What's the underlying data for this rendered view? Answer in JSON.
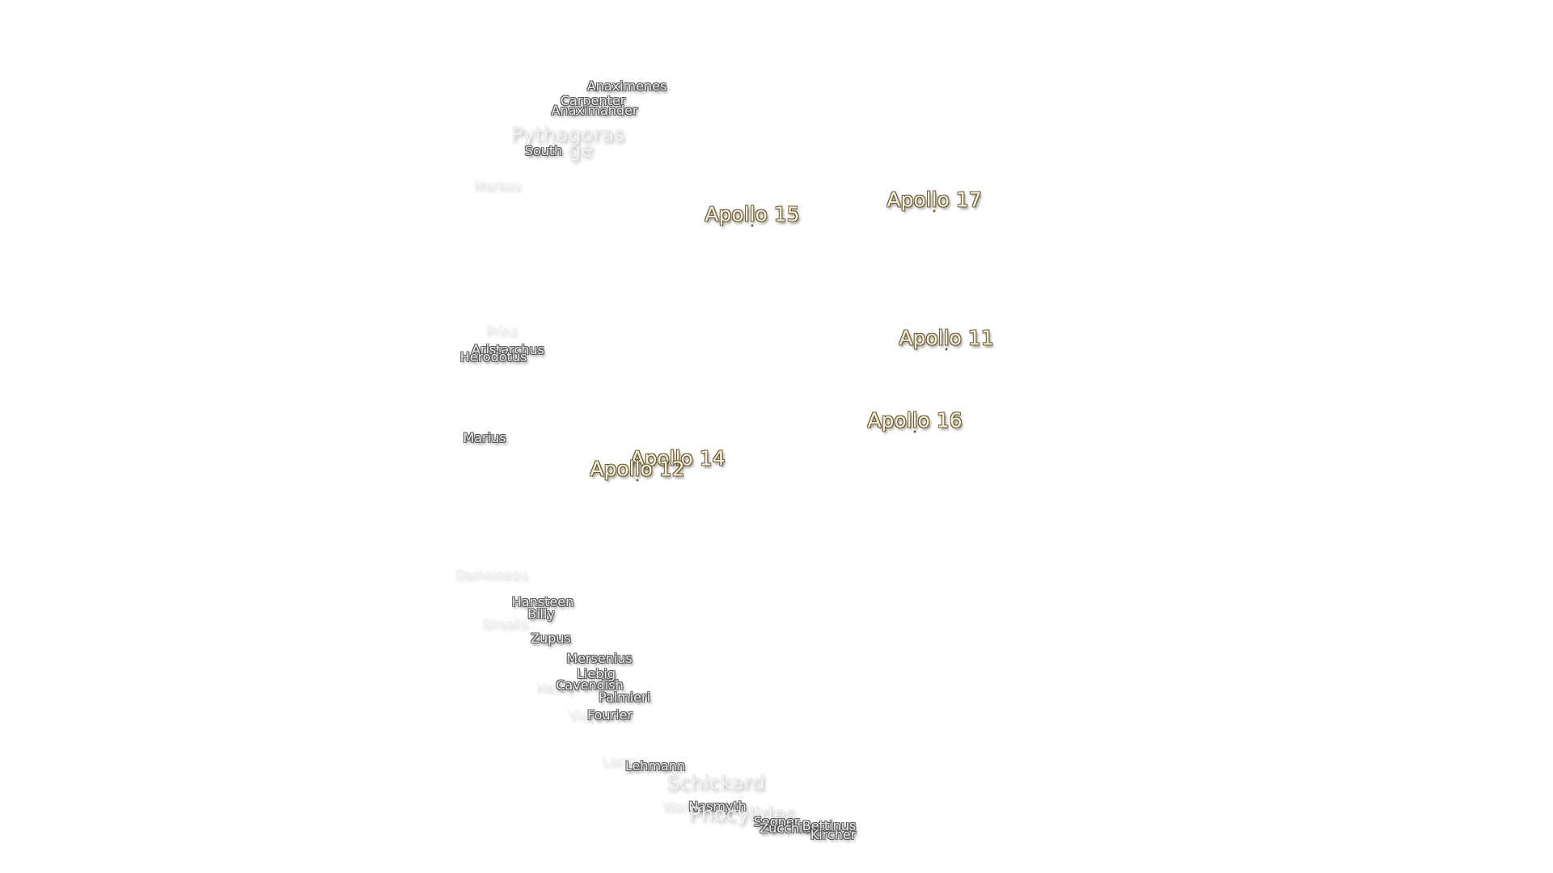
{
  "map": {
    "craters": [
      {
        "id": "anaximenes",
        "label": "Anaximenes",
        "style": "normal"
      },
      {
        "id": "carpenter",
        "label": "Carpenter",
        "style": "normal"
      },
      {
        "id": "anaximander",
        "label": "Anaximander",
        "style": "normal"
      },
      {
        "id": "pythagoras",
        "label": "Pythagoras",
        "style": "faint-big"
      },
      {
        "id": "bridge",
        "label": "ge",
        "style": "faint-big"
      },
      {
        "id": "south",
        "label": "South",
        "style": "normal"
      },
      {
        "id": "markov",
        "label": "Markov",
        "style": "faint"
      },
      {
        "id": "prinz",
        "label": "Prinz",
        "style": "faint"
      },
      {
        "id": "aristarchus",
        "label": "Aristarchus",
        "style": "normal"
      },
      {
        "id": "herodotus",
        "label": "Herodotus",
        "style": "normal"
      },
      {
        "id": "marius",
        "label": "Marius",
        "style": "normal"
      },
      {
        "id": "damoiseau",
        "label": "Damoiseau",
        "style": "faint"
      },
      {
        "id": "hansteen",
        "label": "Hansteen",
        "style": "normal"
      },
      {
        "id": "billy",
        "label": "Billy",
        "style": "normal"
      },
      {
        "id": "sirsalis",
        "label": "Sirsalis",
        "style": "faint"
      },
      {
        "id": "zupus",
        "label": "Zupus",
        "style": "normal"
      },
      {
        "id": "mersenius",
        "label": "Mersenius",
        "style": "normal"
      },
      {
        "id": "liebig",
        "label": "Liebig",
        "style": "normal"
      },
      {
        "id": "henry",
        "label": "Henry",
        "style": "faint"
      },
      {
        "id": "cavendish",
        "label": "Cavendish",
        "style": "normal"
      },
      {
        "id": "palmieri",
        "label": "Palmieri",
        "style": "normal"
      },
      {
        "id": "vieta",
        "label": "Vieta",
        "style": "faint"
      },
      {
        "id": "fourier",
        "label": "Fourier",
        "style": "normal"
      },
      {
        "id": "lacroix",
        "label": "Lacroix",
        "style": "faint"
      },
      {
        "id": "lehmann",
        "label": "Lehmann",
        "style": "normal"
      },
      {
        "id": "schickard",
        "label": "Schickard",
        "style": "faint-big"
      },
      {
        "id": "wargentin",
        "label": "Wargentin",
        "style": "faint"
      },
      {
        "id": "nasmyth",
        "label": "Nasmyth",
        "style": "normal"
      },
      {
        "id": "phocylides",
        "label": "Phocylides",
        "style": "faint-big"
      },
      {
        "id": "segner",
        "label": "Segner",
        "style": "normal"
      },
      {
        "id": "zucchius",
        "label": "Zucchius",
        "style": "normal"
      },
      {
        "id": "bettinus",
        "label": "Bettinus",
        "style": "normal"
      },
      {
        "id": "kircher",
        "label": "Kircher",
        "style": "normal"
      }
    ],
    "apollo_sites": [
      {
        "id": "apollo-15",
        "label": "Apollo 15"
      },
      {
        "id": "apollo-17",
        "label": "Apollo 17"
      },
      {
        "id": "apollo-11",
        "label": "Apollo 11"
      },
      {
        "id": "apollo-16",
        "label": "Apollo 16"
      },
      {
        "id": "apollo-14",
        "label": "Apollo 14"
      },
      {
        "id": "apollo-12",
        "label": "Apollo 12"
      }
    ]
  }
}
